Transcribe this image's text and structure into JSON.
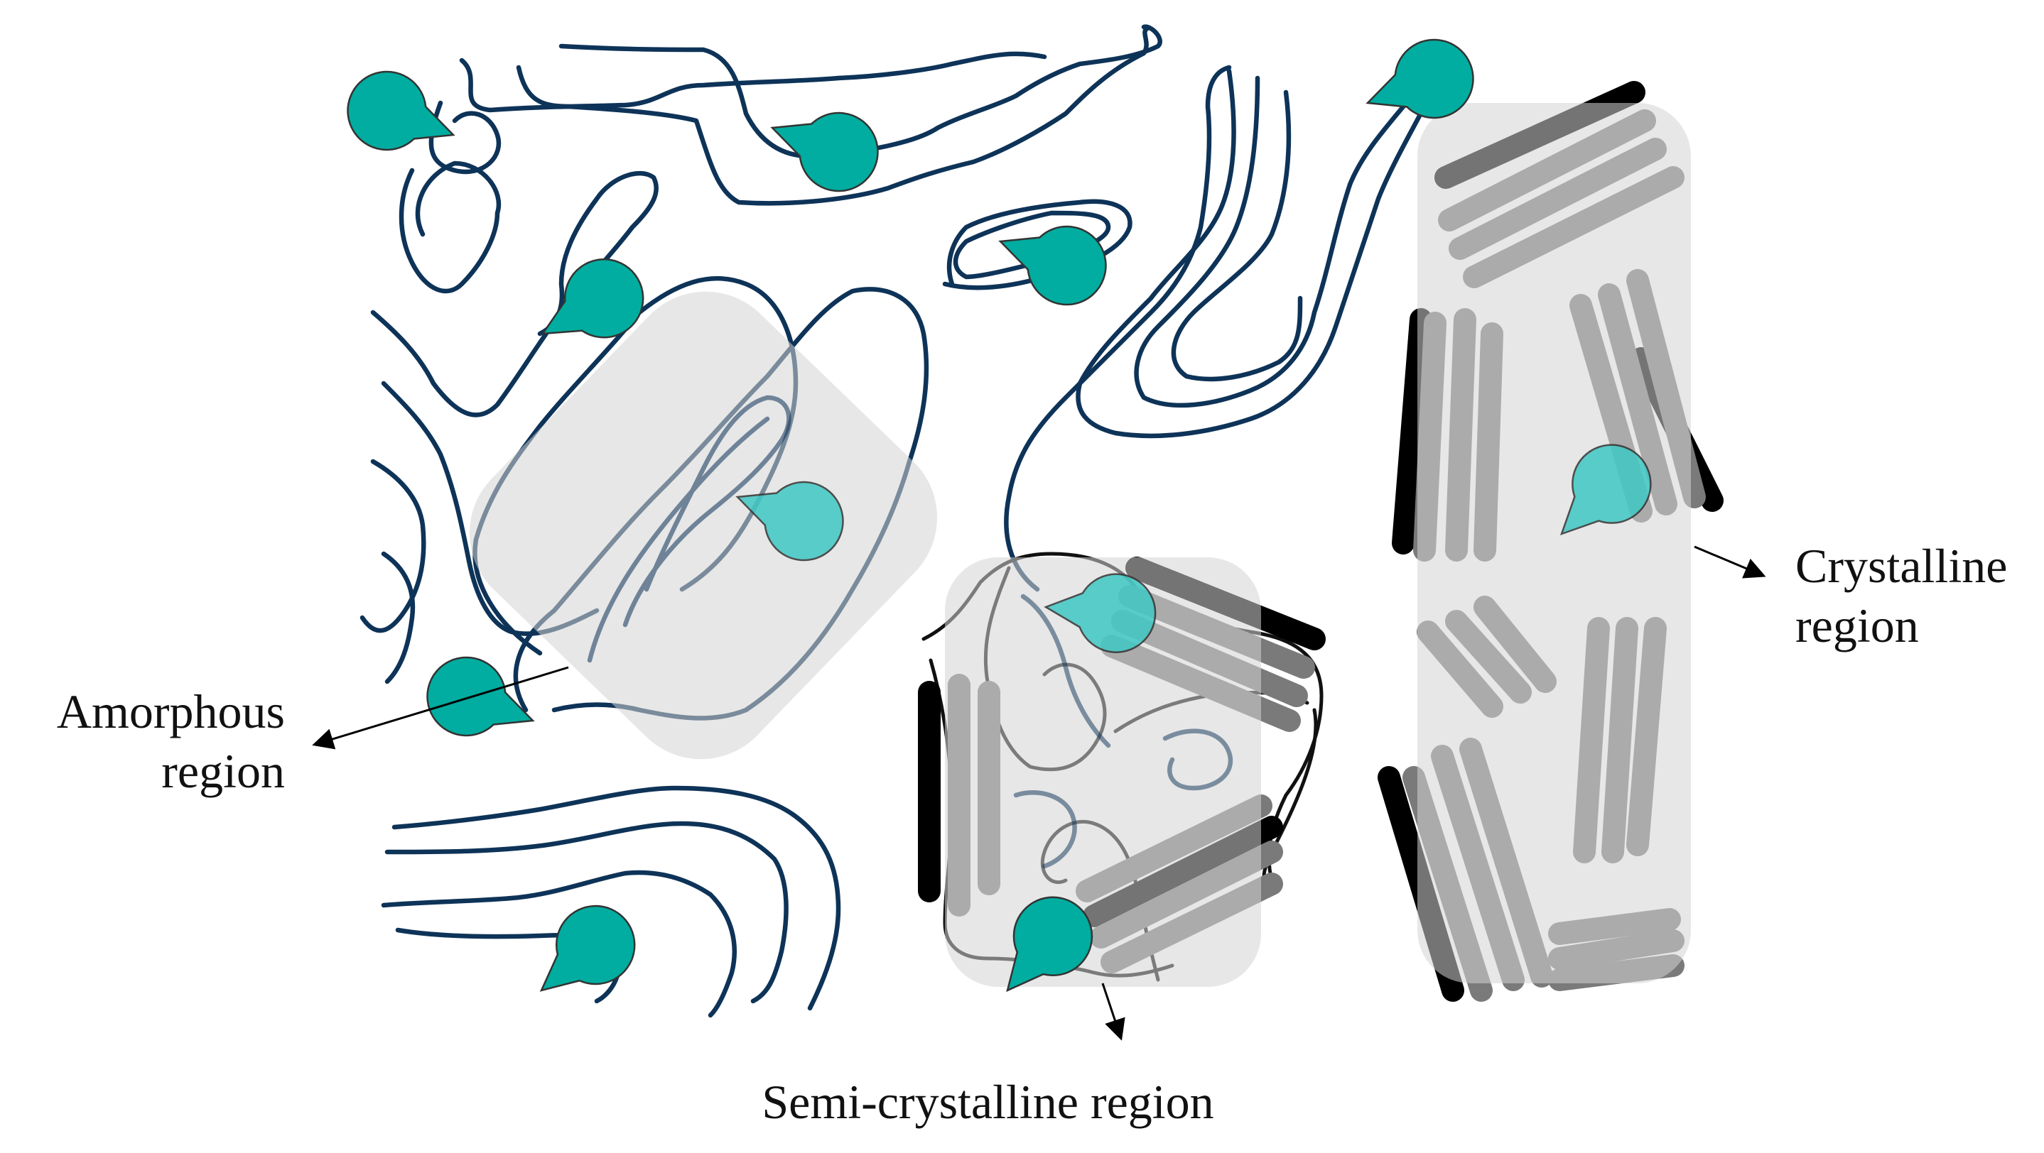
{
  "labels": {
    "amorphous_line1": "Amorphous",
    "amorphous_line2": "region",
    "crystalline_line1": "Crystalline",
    "crystalline_line2": "region",
    "semicrystalline": "Semi-crystalline region"
  },
  "colors": {
    "enzyme_saturated": "#00ada0",
    "enzyme_light": "#3ec8c4",
    "polymer_chain": "#0e3358",
    "crystal_rod_dark": "#000000",
    "crystal_rod_grey": "#7a7a7a",
    "region_overlay": "#d4d4d4"
  },
  "icons": {
    "enzyme": "pac-man-enzyme-icon"
  }
}
